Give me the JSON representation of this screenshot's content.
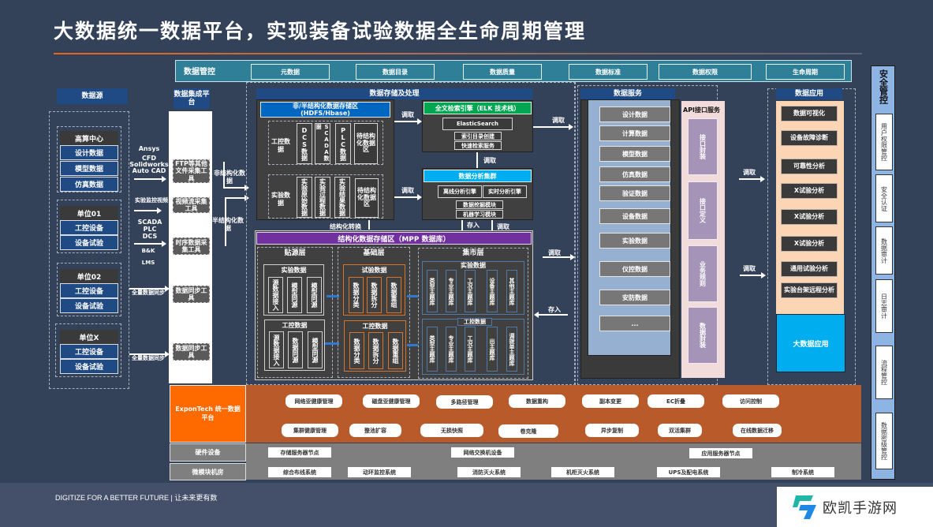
{
  "title": "大数据统一数据平台，实现装备试验数据全生命周期管理",
  "governance": {
    "label": "数据管控",
    "items": [
      "元数据",
      "数据目录",
      "数据质量",
      "数据标准",
      "数据权限",
      "生命周期"
    ]
  },
  "sources": {
    "header": "数据源",
    "groups": [
      {
        "name": "高算中心",
        "items": [
          "设计数据",
          "模型数据",
          "仿真数据"
        ]
      },
      {
        "name": "单位01",
        "items": [
          "工控设备",
          "设备试验"
        ]
      },
      {
        "name": "单位02",
        "items": [
          "工控设备",
          "设备试验"
        ]
      },
      {
        "name": "单位X",
        "items": [
          "工控设备",
          "设备试验"
        ]
      }
    ],
    "inputs": {
      "cad": [
        "Ansys",
        "CFD",
        "Solidworks",
        "Auto CAD"
      ],
      "video": "实验监控视频",
      "scada": [
        "SCADA",
        "PLC",
        "DCS"
      ],
      "bk": [
        "B&K",
        "LMS"
      ],
      "sync1": "全量数据同步",
      "sync2": "全量数据同步"
    }
  },
  "integration": {
    "header": "数据集成平台",
    "tools": [
      "FTP等其他文件采集工具",
      "视频流采集工具",
      "时序数据采集工具",
      "数据同步工具",
      "数据同步工具"
    ],
    "unstructured": "非结构化数据",
    "semistructured": "半结构化数据"
  },
  "storage": {
    "header": "数据存储及处理",
    "hdfs_title": "非/半结构化数据存储区",
    "hdfs_sub": "(HDFS/Hbase)",
    "industrial": {
      "label": "工控数据",
      "items": [
        "DCS数据",
        "SCADA数据",
        "PLC数据",
        "待结构化数据区"
      ]
    },
    "experiment": {
      "label": "实验数据",
      "items": [
        "实验原始数据",
        "实验过程数据",
        "实验结果数据",
        "待结构化数据区"
      ]
    },
    "convert": "结构化转换",
    "elk": {
      "title": "全文检索引擎（ELK 技术栈）",
      "items": [
        "ElasticSearch",
        "索引目录创建",
        "快速检索服务"
      ]
    },
    "analysis": {
      "title": "数据分析集群",
      "engines": [
        "离线分析引擎",
        "实时分析引擎"
      ],
      "modules": [
        "数据挖掘模块",
        "机器学习模块"
      ]
    },
    "fetch": "调取",
    "store": "存入",
    "mpp": {
      "title": "结构化数据存储区（MPP 数据库）",
      "source_layer": {
        "label": "贴源层",
        "groups": [
          {
            "name": "实验数据",
            "items": [
              "源数据接入",
              "模型同源",
              "模型同源"
            ]
          },
          {
            "name": "工控数据",
            "items": [
              "源数据接入",
              "数据同源",
              "模型同源"
            ]
          }
        ]
      },
      "base_layer": {
        "label": "基础层",
        "groups": [
          {
            "name": "试验数据",
            "items": [
              "数据分类",
              "数据拆分",
              "数据重组"
            ]
          },
          {
            "name": "工控数据",
            "items": [
              "数据分类",
              "数据拆分",
              "数据重组"
            ]
          }
        ]
      },
      "mart_layer": {
        "label": "集市层",
        "groups": [
          {
            "name": "实验数据",
            "items": [
              "类型主题库",
              "专业主题库",
              "工况主题库",
              "设备主题库",
              "其他主题库"
            ]
          },
          {
            "name": "工控数据",
            "items": [
              "类型主题库",
              "专业主题库",
              "工况主题库",
              "出主题库",
              "调拨单主题库"
            ]
          }
        ]
      }
    }
  },
  "services": {
    "header": "数据服务",
    "items": [
      "设计数据",
      "计算数据",
      "模型数据",
      "仿真数据",
      "验证数据",
      "设备数据",
      "实验数据",
      "仪控数据",
      "安防数据",
      "..."
    ],
    "api_title": "API接口服务",
    "api_items": [
      "接口封装",
      "接口定义",
      "业务规则",
      "数据封装"
    ]
  },
  "applications": {
    "header": "数据应用",
    "items": [
      "数据可视化",
      "设备故障诊断",
      "可靠性分析",
      "X试验分析",
      "X试验分析",
      "X试验分析",
      "通用试验分析",
      "实验台架远程分析"
    ],
    "bigdata": "大数据应用"
  },
  "security": {
    "title": "安全管控",
    "items": [
      "用户权限管控",
      "安全认证",
      "数据审计",
      "日志审计",
      "流程管控",
      "数据密级管控"
    ]
  },
  "platform": {
    "label": "ExponTech 统一数据平台",
    "row1": [
      "网络亚健康管理",
      "磁盘亚健康管理",
      "多路径管理",
      "数据重构",
      "副本变更",
      "EC折叠",
      "访问控制"
    ],
    "row2": [
      "集群健康管理",
      "整池扩容",
      "无损快照",
      "卷克隆",
      "异步复制",
      "双活集群",
      "在线数据迁移"
    ]
  },
  "hardware": {
    "label": "硬件设备",
    "items": [
      "存储服务器节点",
      "网络交换机设备",
      "应用服务器节点"
    ]
  },
  "room": {
    "label": "微模块机房",
    "items": [
      "综合布线系统",
      "动环监控系统",
      "消防灭火系统",
      "机柜灭火系统",
      "UPS及配电系统",
      "制冷系统"
    ]
  },
  "footer": {
    "slogan": "DIGITIZE FOR A BETTER FUTURE | 让未来更有数",
    "watermark": "欧凯手游网"
  },
  "colors": {
    "background": "#344259",
    "accent_orange": "#ff6a00",
    "platform_brown": "#b85a2a",
    "header_blue": "#1f4a84",
    "elk_green": "#00a651",
    "analysis_cyan": "#00aeef",
    "mpp_purple": "#7030a0",
    "app_peach": "#fcd5b5",
    "security_blue": "#8eb4e3"
  }
}
